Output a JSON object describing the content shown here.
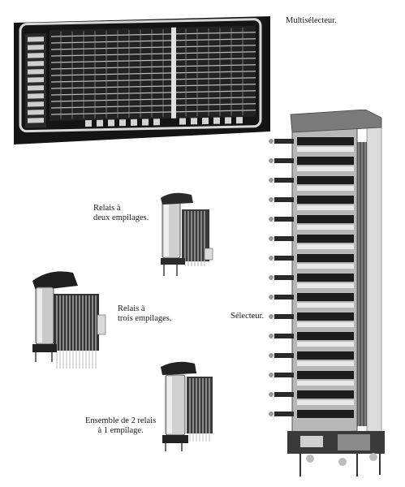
{
  "captions": {
    "multiselecteur": "Multisélecteur.",
    "relais_deux_line1": "Relais à",
    "relais_deux_line2": "deux empilages.",
    "relais_trois_line1": "Relais à",
    "relais_trois_line2": "trois empilages.",
    "selecteur": "Sélecteur.",
    "ensemble_line1": "Ensemble de 2 relais",
    "ensemble_line2": "à 1 empilage."
  },
  "photos": [
    {
      "name": "multiselecteur-photo",
      "subject": "multiselector panel"
    },
    {
      "name": "relais-deux-empilages-photo",
      "subject": "relay with two stacks"
    },
    {
      "name": "relais-trois-empilages-photo",
      "subject": "relay with three stacks"
    },
    {
      "name": "ensemble-deux-relais-photo",
      "subject": "assembly of two single-stack relays"
    },
    {
      "name": "selecteur-photo",
      "subject": "selector"
    }
  ]
}
